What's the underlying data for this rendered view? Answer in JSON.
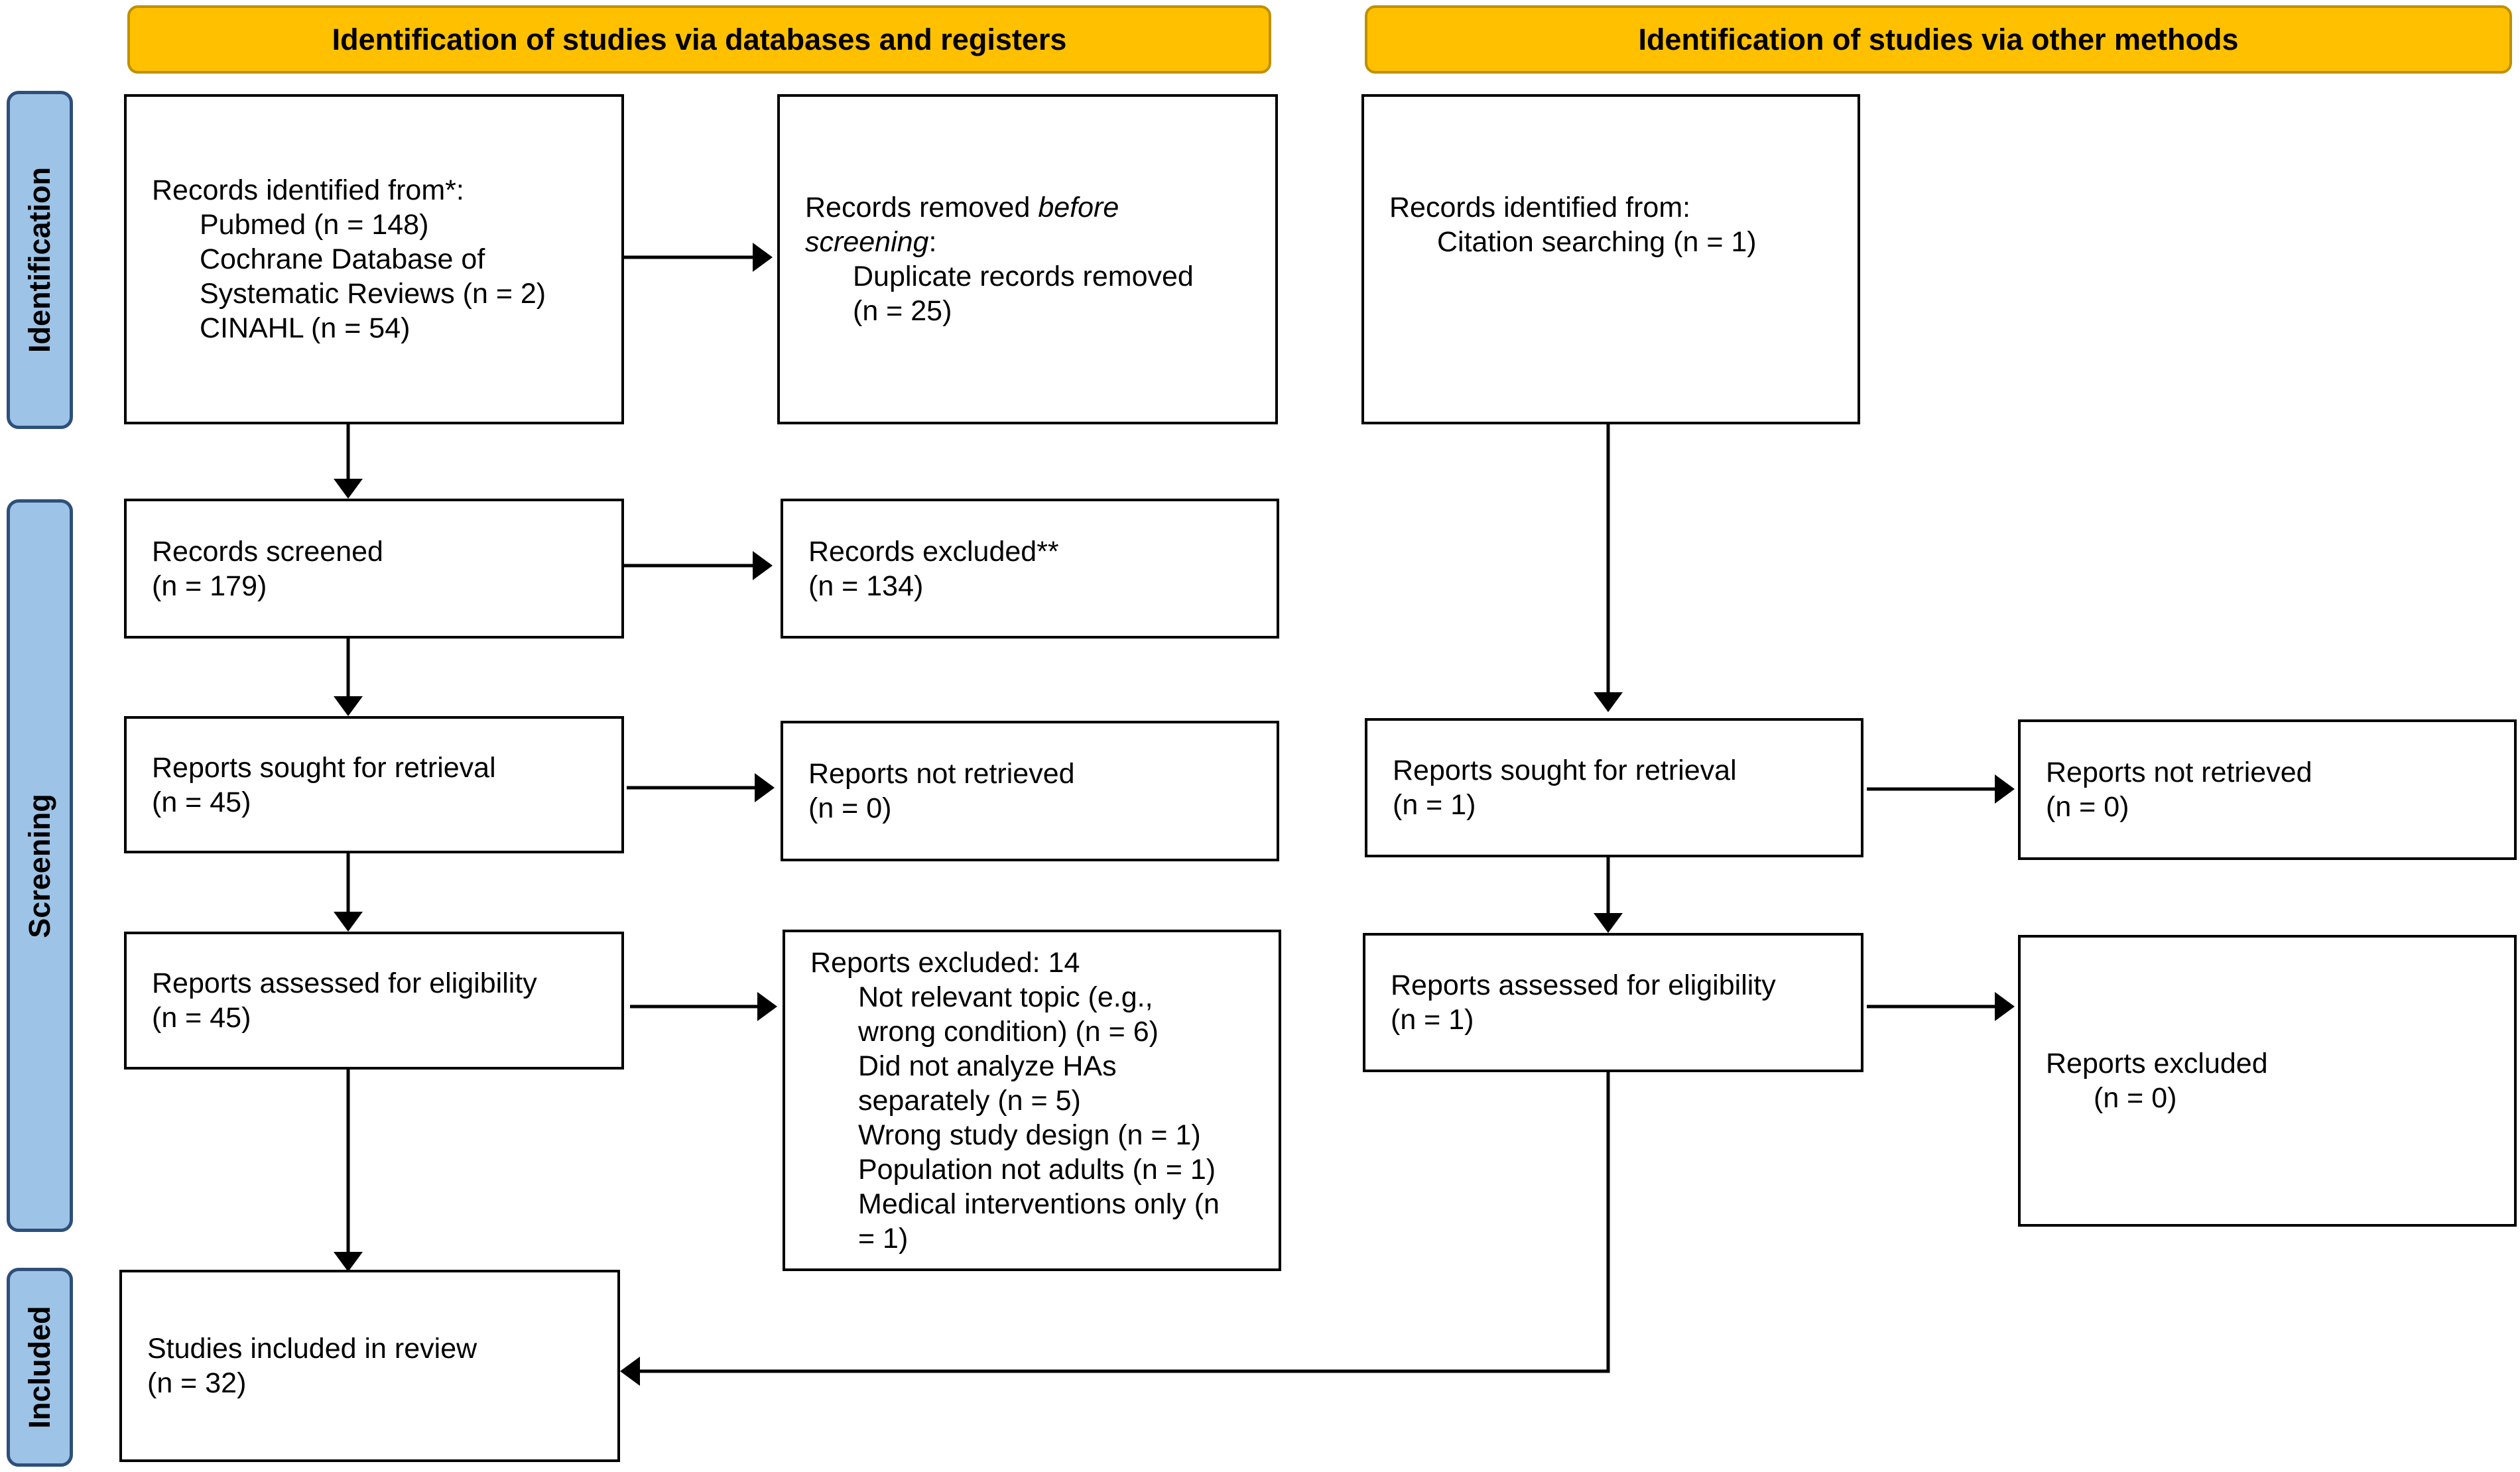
{
  "headers": {
    "databases": "Identification of studies via databases and registers",
    "other": "Identification of studies via other methods"
  },
  "phases": {
    "identification": "Identification",
    "screening": "Screening",
    "included": "Included"
  },
  "db": {
    "identified": {
      "title": "Records identified from*:",
      "lines": [
        "Pubmed (n = 148)",
        "Cochrane Database of",
        "Systematic Reviews (n = 2)",
        "CINAHL (n = 54)"
      ]
    },
    "removed": {
      "title_plain": "Records removed ",
      "title_italic": "before",
      "title_italic2": "screening",
      "title_colon": ":",
      "lines": [
        "Duplicate records removed",
        "(n = 25)"
      ]
    },
    "screened": {
      "title": "Records screened",
      "count": "(n = 179)"
    },
    "excluded": {
      "title": "Records excluded**",
      "count": "(n = 134)"
    },
    "sought": {
      "title": "Reports sought for retrieval",
      "count": "(n = 45)"
    },
    "not_retrieved": {
      "title": "Reports not retrieved",
      "count": "(n = 0)"
    },
    "assessed": {
      "title": "Reports assessed for eligibility",
      "count": "(n = 45)"
    },
    "reports_excluded": {
      "title": "Reports excluded: 14",
      "lines": [
        "Not relevant topic (e.g.,",
        "wrong condition) (n = 6)",
        "Did not analyze HAs",
        "separately (n = 5)",
        "Wrong study design (n = 1)",
        "Population not adults (n = 1)",
        "Medical interventions only (n",
        "= 1)"
      ]
    },
    "included": {
      "title": "Studies included in review",
      "count": "(n = 32)"
    }
  },
  "other": {
    "identified": {
      "title": "Records identified from:",
      "line": "Citation searching (n = 1)"
    },
    "sought": {
      "title": "Reports sought for retrieval",
      "count": "(n = 1)"
    },
    "not_retrieved": {
      "title": "Reports not retrieved",
      "count": "(n = 0)"
    },
    "assessed": {
      "title": "Reports assessed for eligibility",
      "count": "(n = 1)"
    },
    "excluded": {
      "title": "Reports excluded",
      "count": "(n = 0)"
    }
  }
}
